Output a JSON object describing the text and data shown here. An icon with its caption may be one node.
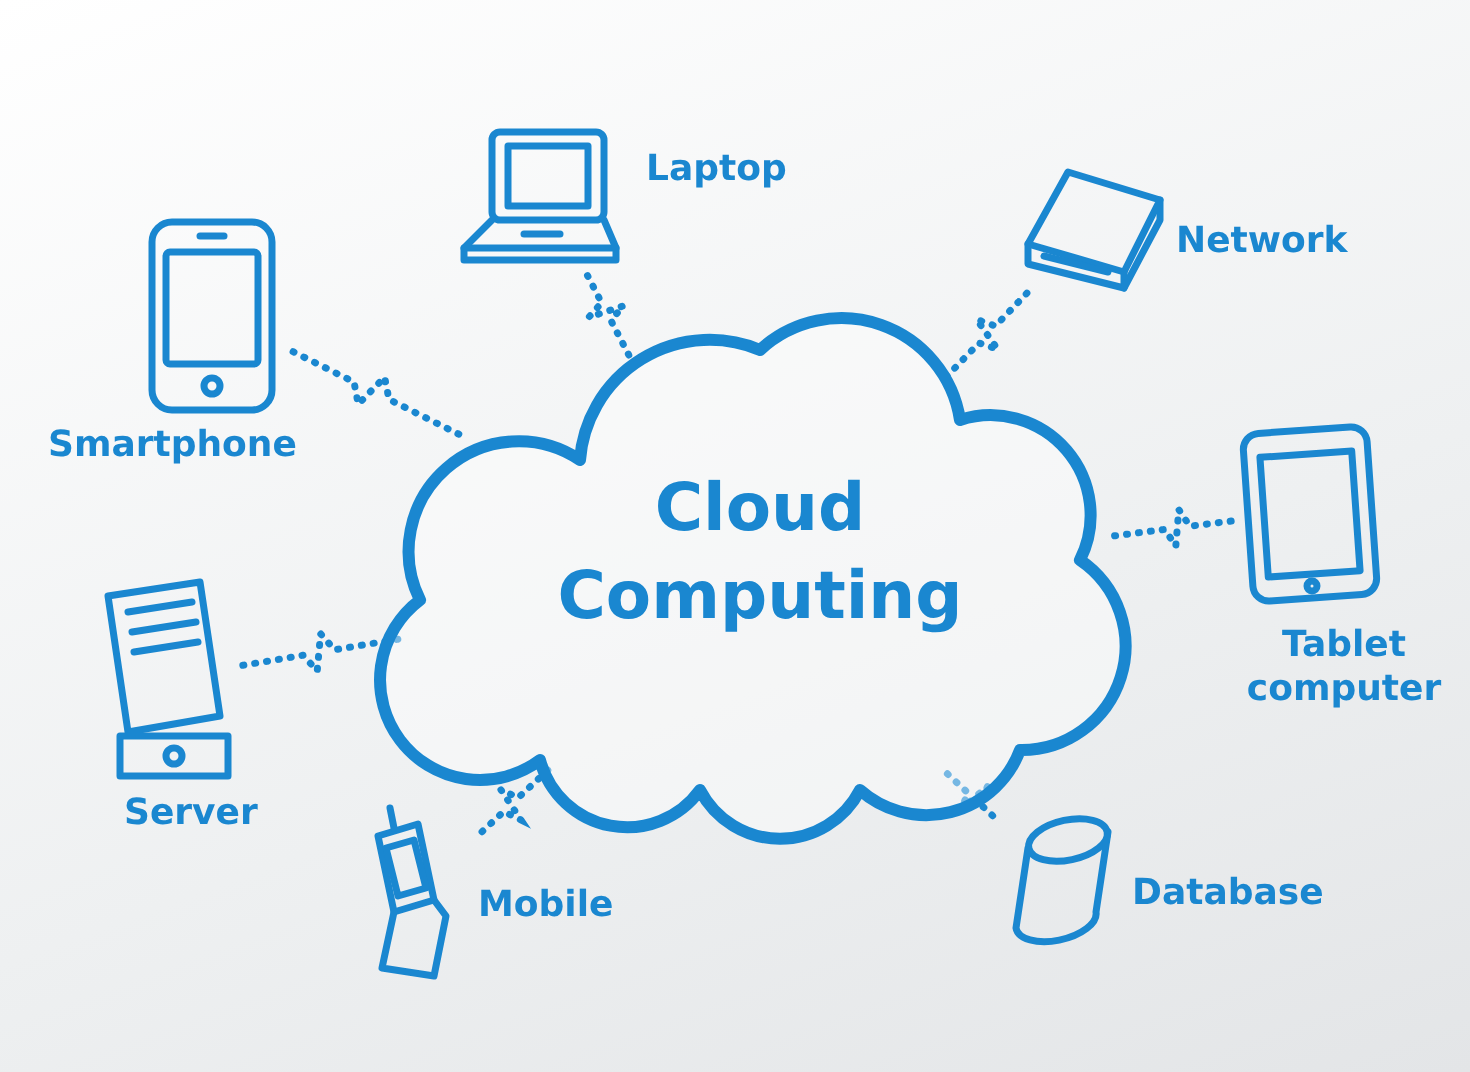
{
  "diagram": {
    "nodes": [
      {
        "text": [
          "Cloud Computing"
        ]
      },
      {
        "text": [
          "Laptop"
        ]
      },
      {
        "text": [
          "Network"
        ]
      },
      {
        "text": [
          "Smartphone"
        ]
      },
      {
        "text": [
          "Tablet computer"
        ]
      },
      {
        "text": [
          "Server"
        ]
      },
      {
        "text": [
          "Mobile"
        ]
      },
      {
        "text": [
          "Database"
        ]
      }
    ],
    "edges": [
      {
        "from": 0,
        "to": 1,
        "arrow": "none"
      },
      {
        "from": 0,
        "to": 2,
        "arrow": "none"
      },
      {
        "from": 0,
        "to": 3,
        "arrow": "none"
      },
      {
        "from": 0,
        "to": 4,
        "arrow": "none"
      },
      {
        "from": 0,
        "to": 5,
        "arrow": "none"
      },
      {
        "from": 0,
        "to": 6,
        "arrow": "none"
      },
      {
        "from": 0,
        "to": 7,
        "arrow": "none"
      }
    ]
  }
}
